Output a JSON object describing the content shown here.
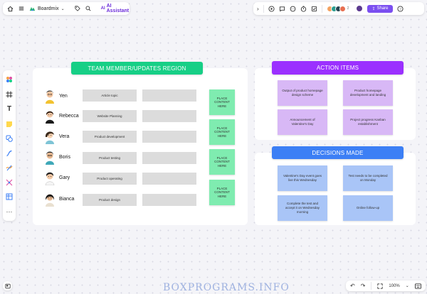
{
  "topbar": {
    "app_name": "Boardmix",
    "ai_label": "AI Assistant",
    "collaborator_count": "2",
    "share_label": "Share"
  },
  "zoom": "100%",
  "team_region": {
    "title": "TEAM MEMBER/UPDATES REGION",
    "header_color": "#17cf86",
    "members": [
      {
        "name": "Yen",
        "topic": "Article topic"
      },
      {
        "name": "Rebecca",
        "topic": "Website Planning"
      },
      {
        "name": "Vera",
        "topic": "Product development"
      },
      {
        "name": "Boris",
        "topic": "Product testing"
      },
      {
        "name": "Gary",
        "topic": "Product operating"
      },
      {
        "name": "Bianca",
        "topic": "Product design"
      }
    ],
    "place_notes": [
      "PLACE CONTENT HERE",
      "PLACE CONTENT HERE",
      "PLACE CONTENT HERE",
      "PLACE CONTENT HERE"
    ]
  },
  "action_items": {
    "title": "ACTION ITEMS",
    "header_color": "#9b30ff",
    "notes": [
      "Output of product homepage design scheme",
      "Product homepage development and landing",
      "Announcement of Valentine's Day",
      "Project progress Kanban establishment"
    ]
  },
  "decisions": {
    "title": "DECISIONS MADE",
    "header_color": "#3c7ff5",
    "notes": [
      "Valentine's Day event goes live this Wednesday",
      "Test needs to be completed on Monday",
      "Complete the test and accept it on Wednesday morning",
      "Online follow-up"
    ]
  },
  "watermark": "BOXPROGRAMS.INFO"
}
